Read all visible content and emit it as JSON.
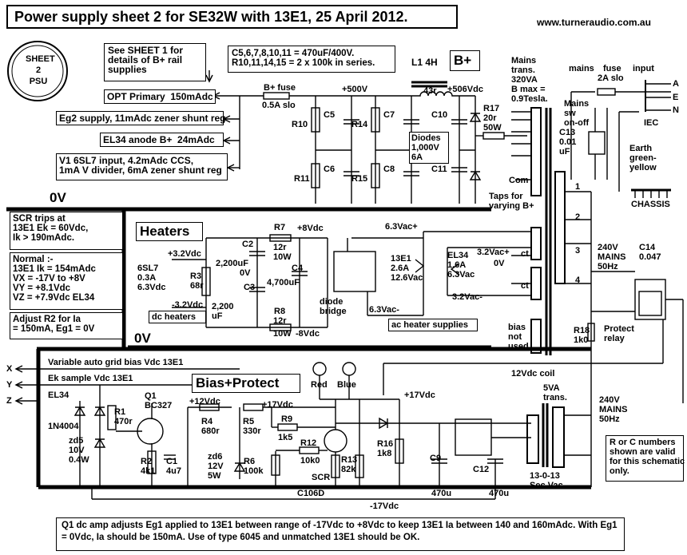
{
  "title": "Power supply sheet 2 for SE32W with 13E1, 25 April 2012.",
  "website": "www.turneraudio.com.au",
  "sheet_badge": {
    "line1": "SHEET",
    "line2": "2",
    "line3": "PSU"
  },
  "sheet_note": "See SHEET 1 for\ndetails of B+ rail\nsupplies",
  "cap_note": "C5,6,7,8,10,11 = 470uF/400V.\nR10,11,14,15 = 2 x 100k in series.",
  "bplus_tag": "B+",
  "supplies": {
    "opt": "OPT Primary  150mAdc",
    "eg2": "Eg2 supply, 11mAdc zener shunt reg",
    "el34": "EL34 anode B+  24mAdc",
    "v1": "V1 6SL7 input, 4.2mAdc CCS,\n1mA V divider, 6mA zener shunt reg"
  },
  "rail_labels": {
    "zero_v_top": "0V",
    "zero_v_mid": "0V"
  },
  "bplus_section": {
    "fuse": "B+ fuse",
    "fuse_rating": "0.5A slo",
    "v500": "+500V",
    "v506": "+506Vdc",
    "choke": "L1 4H",
    "choke_r": "43r",
    "r10": "R10",
    "r11": "R11",
    "r14": "R14",
    "r15": "R15",
    "c5": "C5",
    "c6": "C6",
    "c7": "C7",
    "c8": "C8",
    "c10": "C10",
    "c11": "C11",
    "r17": "R17\n20r\n50W",
    "diodes": "Diodes\n1,000V\n6A",
    "com": "Com"
  },
  "mains_trans": "Mains\ntrans.\n320VA\nB max =\n0.9Tesla.",
  "mains_switch": {
    "mains": "mains",
    "fuse": "fuse",
    "fuse_rating": "2A slo",
    "input": "input",
    "sw": "Mains\nsw\non-off",
    "c13": "C13\n0.01\nuF",
    "iec": "IEC",
    "a": "A",
    "e": "E",
    "n": "N",
    "earth": "Earth\ngreen-\nyellow",
    "chassis": "CHASSIS"
  },
  "taps": "Taps for\nvarying B+",
  "tap_numbers": [
    "1",
    "2",
    "3",
    "4"
  ],
  "mains_240": "240V\nMAINS\n50Hz",
  "c14": "C14\n0.047",
  "scr_note": "SCR trips at\n13E1 Ek = 60Vdc,\nIk > 190mAdc.",
  "normal_note": "Normal :-\n13E1 Ik = 154mAdc\nVX = -17V to +8V\nVY = +8.1Vdc\nVZ = +7.9Vdc EL34",
  "adjust_note": "Adjust R2 for Ia\n= 150mA, Eg1 = 0V",
  "heaters": {
    "heading": "Heaters",
    "v32p": "+3.2Vdc",
    "v32n": "-3.2Vdc",
    "v8p": "+8Vdc",
    "v8n": "-8Vdc",
    "sl7": "6SL7\n0.3A\n6.3Vdc",
    "r3": "R3\n68r",
    "c2": "C2",
    "c3": "C3",
    "c2val": "2,200uF",
    "c3val": "2,200\nuF",
    "zero": "0V",
    "r7": "R7",
    "r7val": "12r\n10W",
    "r8": "R8",
    "r8val": "12r",
    "r8w": "10W",
    "c4": "C4",
    "c4val": "4,700uF",
    "bridge": "diode\nbridge",
    "dc_heaters": "dc heaters",
    "ac_supplies": "ac heater supplies",
    "ac_plus": "6.3Vac+",
    "ac_minus": "6.3Vac-",
    "e13": "13E1\n2.6A\n12.6Vac",
    "el34": "EL34\n1.6A\n6.3Vac",
    "v32ac_p": "3.2Vac+",
    "v32ac_n": "3.2Vac-",
    "ov": "0V",
    "ct1": "ct",
    "ct2": "ct",
    "bias_unused": "bias\nnot\nused"
  },
  "protect": {
    "r18": "R18\n1k0",
    "relay": "Protect\nrelay",
    "coil": "12Vdc coil"
  },
  "bias": {
    "heading": "Bias+Protect",
    "x": "X",
    "y": "Y",
    "z": "Z",
    "var_bias": "Variable auto grid bias Vdc 13E1",
    "ek_sample": "Ek sample Vdc 13E1",
    "el34": "EL34",
    "d_1n4004": "1N4004",
    "zd5": "zd5\n10V\n0.4W",
    "r1": "R1\n470r",
    "q1": "Q1\nBC327",
    "r2": "R2\n4k1",
    "c1": "C1\n4u7",
    "v12": "+12Vdc",
    "r4": "R4\n680r",
    "zd6": "zd6\n12V\n5W",
    "r5": "R5\n330r",
    "v17": "+17Vdc",
    "r9": "R9",
    "r9val": "1k5",
    "r12": "R12",
    "r12val": "10k0",
    "r6": "R6\n100k",
    "scr": "SCR",
    "r13": "R13\n82k",
    "r16": "R16\n1k8",
    "led_red": "Red",
    "led_blue": "Blue",
    "v17b": "+17Vdc",
    "c9": "C9",
    "c9val": "470u",
    "c12": "C12",
    "c12val": "470u",
    "trans": "5VA\ntrans.",
    "sec": "13-0-13\nSec Vac",
    "c106d": "C106D",
    "neg17": "-17Vdc",
    "mains": "240V\nMAINS\n50Hz"
  },
  "rc_note": "R or C numbers\nshown are valid\nfor this schematic\nonly.",
  "bottom_note": "Q1 dc amp adjusts Eg1 applied to 13E1 between range of -17Vdc to +8Vdc to keep 13E1 Ia between 140 and 160mAdc. With Eg1 = 0Vdc, Ia should be 150mA.  Use of type 6045 and unmatched 13E1 should be OK."
}
